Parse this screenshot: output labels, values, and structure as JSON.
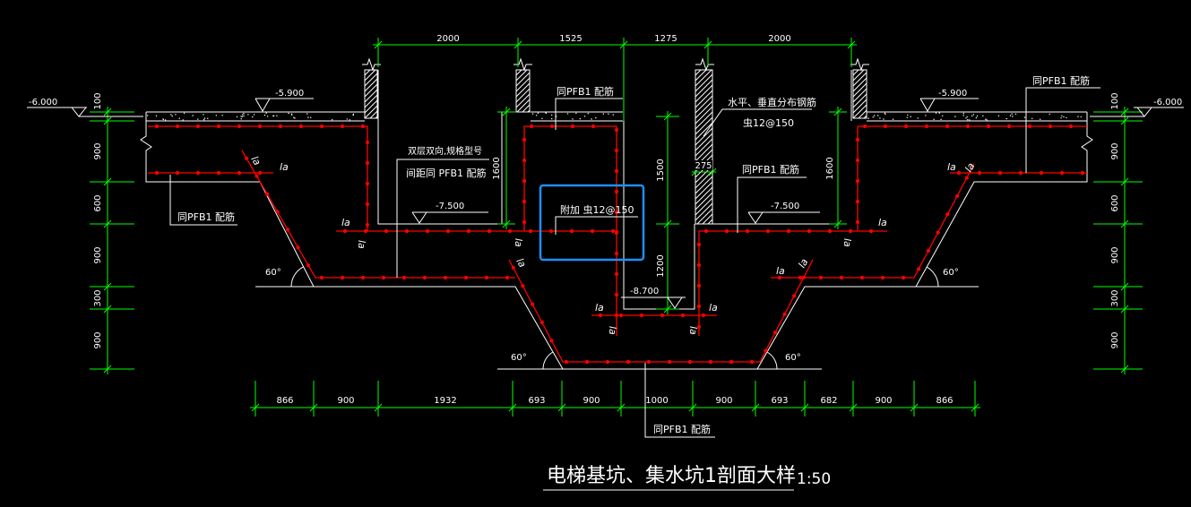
{
  "colors": {
    "background": "#000000",
    "line": "#ffffff",
    "dimension": "#00ff00",
    "rebar": "#ff0000",
    "highlight": "#1e8fff"
  },
  "dimensions": {
    "top": [
      "2000",
      "1525",
      "1275",
      "2000"
    ],
    "bottom": [
      "866",
      "900",
      "1932",
      "693",
      "900",
      "1000",
      "900",
      "693",
      "682",
      "900",
      "866"
    ],
    "left": [
      "100",
      "900",
      "600",
      "900",
      "300",
      "900"
    ],
    "right": [
      "100",
      "900",
      "600",
      "900",
      "300",
      "900"
    ],
    "pit_left_depth": "1600",
    "pit_right_depth": "1600",
    "sump_upper": "1500",
    "sump_lower": "1200",
    "wall_thickness": "275"
  },
  "elevations": {
    "outer_left": "-6.000",
    "outer_right": "-6.000",
    "slab_left": "-5.900",
    "slab_right": "-5.900",
    "pit_left": "-7.500",
    "pit_right": "-7.500",
    "sump": "-8.700"
  },
  "notes": {
    "pfb1_top_right": "同PFB1 配筋",
    "pfb1_top_center": "同PFB1 配筋",
    "distribution_bars": "水平、垂直分布钢筋",
    "distribution_bars_spec": "虫12@150",
    "double_layer": "双层双向,规格型号",
    "double_layer_spacing": "间距同 PFB1 配筋",
    "pfb1_right_pit": "同PFB1 配筋",
    "pfb1_left_slope": "同PFB1 配筋",
    "additional_bars": "附加 虫12@150",
    "pfb1_bottom": "同PFB1 配筋"
  },
  "anchorage_labels": [
    "la",
    "la",
    "la",
    "la",
    "la",
    "la",
    "la",
    "la",
    "la",
    "la",
    "la",
    "la",
    "la",
    "la",
    "la",
    "la"
  ],
  "angle_labels": [
    "60°",
    "60°",
    "60°",
    "60°"
  ],
  "title": {
    "main": "电梯基坑、集水坑1剖面大样",
    "scale": "1:50"
  }
}
